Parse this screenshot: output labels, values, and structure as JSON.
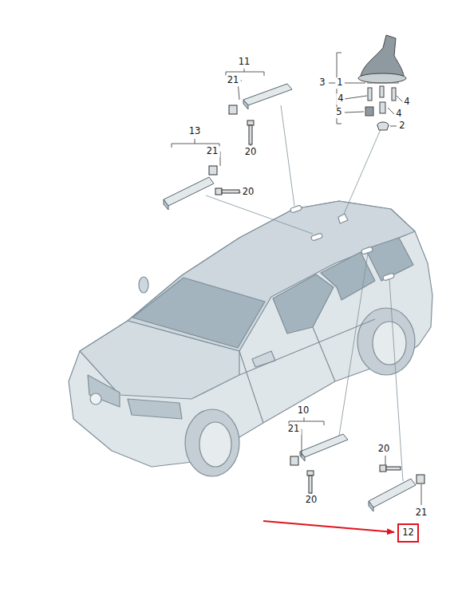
{
  "diagram": {
    "nodes": [
      {
        "text": [
          "12"
        ]
      }
    ],
    "labels": [
      "11",
      "21",
      "20",
      "3",
      "1",
      "4",
      "4",
      "5",
      "4",
      "2",
      "13",
      "21",
      "20",
      "10",
      "21",
      "20",
      "20",
      "21"
    ]
  }
}
